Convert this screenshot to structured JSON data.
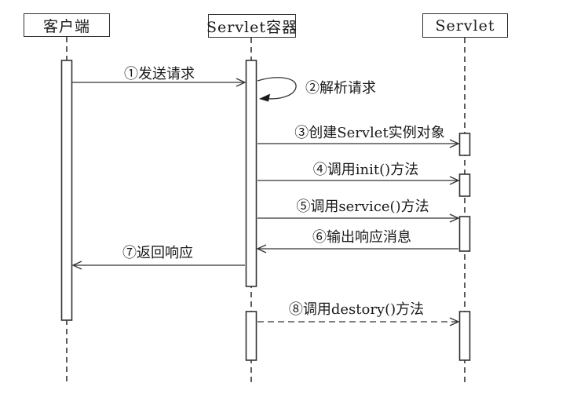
{
  "diagram": {
    "type": "uml-sequence-diagram",
    "actors": [
      {
        "name": "客户端"
      },
      {
        "name": "Servlet容器"
      },
      {
        "name": "Servlet"
      }
    ],
    "messages": [
      {
        "label": "①发送请求",
        "from": "客户端",
        "to": "Servlet容器",
        "style": "solid"
      },
      {
        "label": "②解析请求",
        "from": "Servlet容器",
        "to": "Servlet容器",
        "style": "self-loop"
      },
      {
        "label": "③创建Servlet实例对象",
        "from": "Servlet容器",
        "to": "Servlet",
        "style": "solid"
      },
      {
        "label": "④调用init()方法",
        "from": "Servlet容器",
        "to": "Servlet",
        "style": "solid"
      },
      {
        "label": "⑤调用service()方法",
        "from": "Servlet容器",
        "to": "Servlet",
        "style": "solid"
      },
      {
        "label": "⑥输出响应消息",
        "from": "Servlet",
        "to": "Servlet容器",
        "style": "solid"
      },
      {
        "label": "⑦返回响应",
        "from": "Servlet容器",
        "to": "客户端",
        "style": "solid"
      },
      {
        "label": "⑧调用destory()方法",
        "from": "Servlet容器",
        "to": "Servlet",
        "style": "dashed"
      }
    ],
    "colors": {
      "line": "#333333",
      "text": "#1a1a1a",
      "background": "#ffffff",
      "bar_fill": "#ffffff"
    }
  }
}
